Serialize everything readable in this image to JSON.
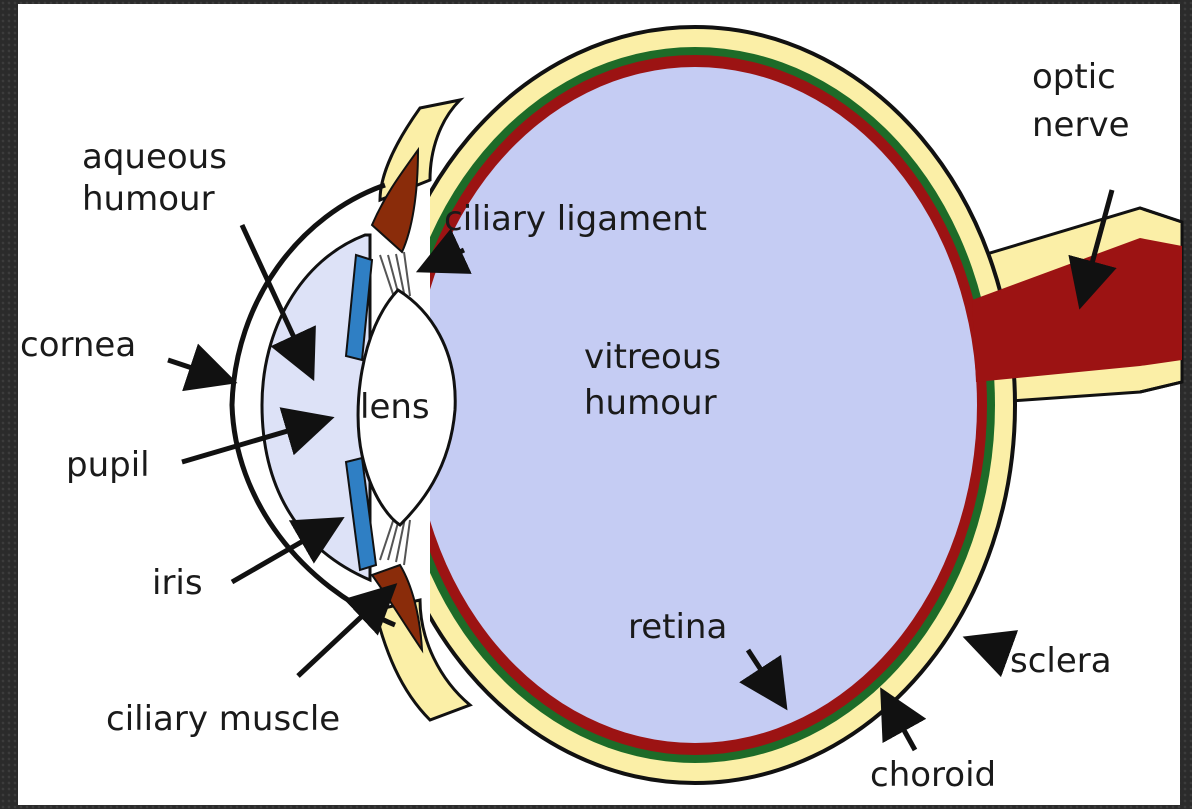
{
  "labels": {
    "aqueous_humour": [
      "aqueous",
      "humour"
    ],
    "ciliary_ligament": "ciliary ligament",
    "optic_nerve": [
      "optic",
      "nerve"
    ],
    "cornea": "cornea",
    "vitreous_humour": [
      "vitreous",
      "humour"
    ],
    "lens": "lens",
    "pupil": "pupil",
    "iris": "iris",
    "retina": "retina",
    "sclera": "sclera",
    "ciliary_muscle": "ciliary muscle",
    "choroid": "choroid"
  },
  "colors": {
    "sclera": "#fbefa7",
    "choroid": "#1d6b28",
    "retina": "#9c1313",
    "vitreous": "#c5ccf3",
    "aqueous": "#dde2f7",
    "iris": "#2f7fc4",
    "ciliary_muscle": "#8a2c0a",
    "outline": "#111111"
  }
}
